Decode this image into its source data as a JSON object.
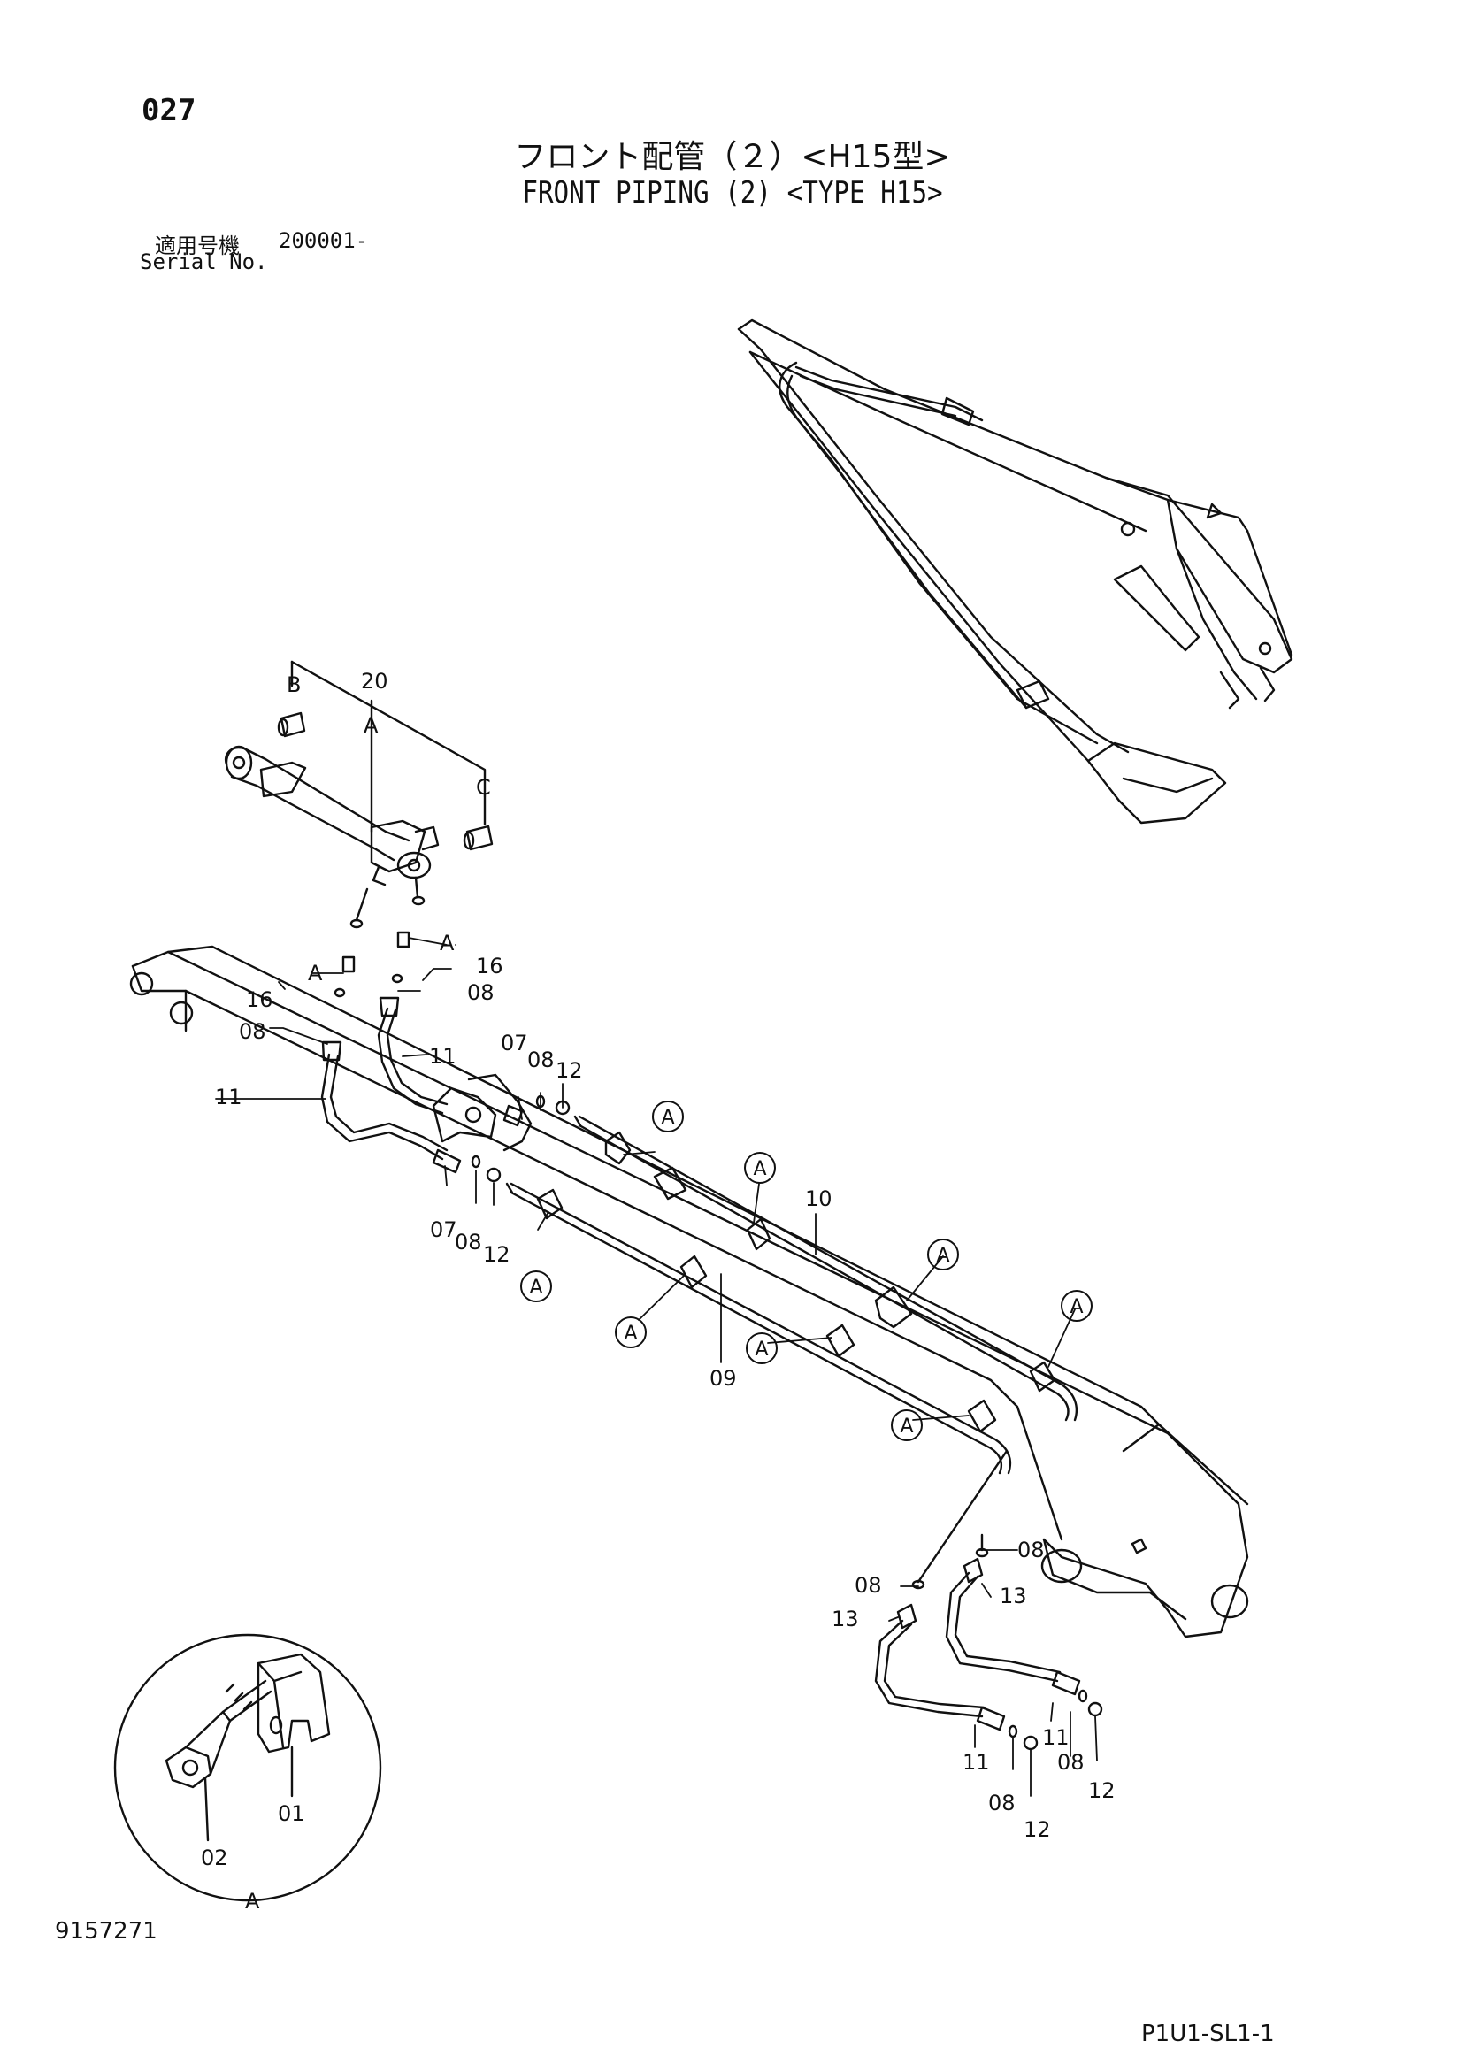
{
  "header": {
    "page_number": "027",
    "title_jp": "フロント配管（２）<H15型>",
    "title_en": "FRONT PIPING (2) <TYPE H15>",
    "serial_label_jp": "適用号機",
    "serial_value": "200001-",
    "serial_label_en": "Serial No."
  },
  "footer": {
    "document_number": "9157271",
    "sheet_code": "P1U1-SL1-1"
  },
  "callouts": {
    "c20": "20",
    "cB": "B",
    "cA_top": "A",
    "cC": "C",
    "c16a": "16",
    "c16b": "16",
    "cA_left": "A",
    "cA_right": "A",
    "c08a": "08",
    "c08b": "08",
    "c11a": "11",
    "c11b": "11",
    "c07a": "07",
    "c08c": "08",
    "c12a": "12",
    "c07b": "07",
    "c08d": "08",
    "c12b": "12",
    "c10": "10",
    "c09": "09",
    "bA1": "A",
    "bA2": "A",
    "bA3": "A",
    "bA4": "A",
    "bA5": "A",
    "bA6": "A",
    "bA7": "A",
    "bA8": "A",
    "c08e": "08",
    "c08f": "08",
    "c13a": "13",
    "c13b": "13",
    "c11c": "11",
    "c11d": "11",
    "c08g": "08",
    "c08h": "08",
    "c12c": "12",
    "c12d": "12",
    "detail_01": "01",
    "detail_02": "02",
    "detail_A": "A"
  }
}
